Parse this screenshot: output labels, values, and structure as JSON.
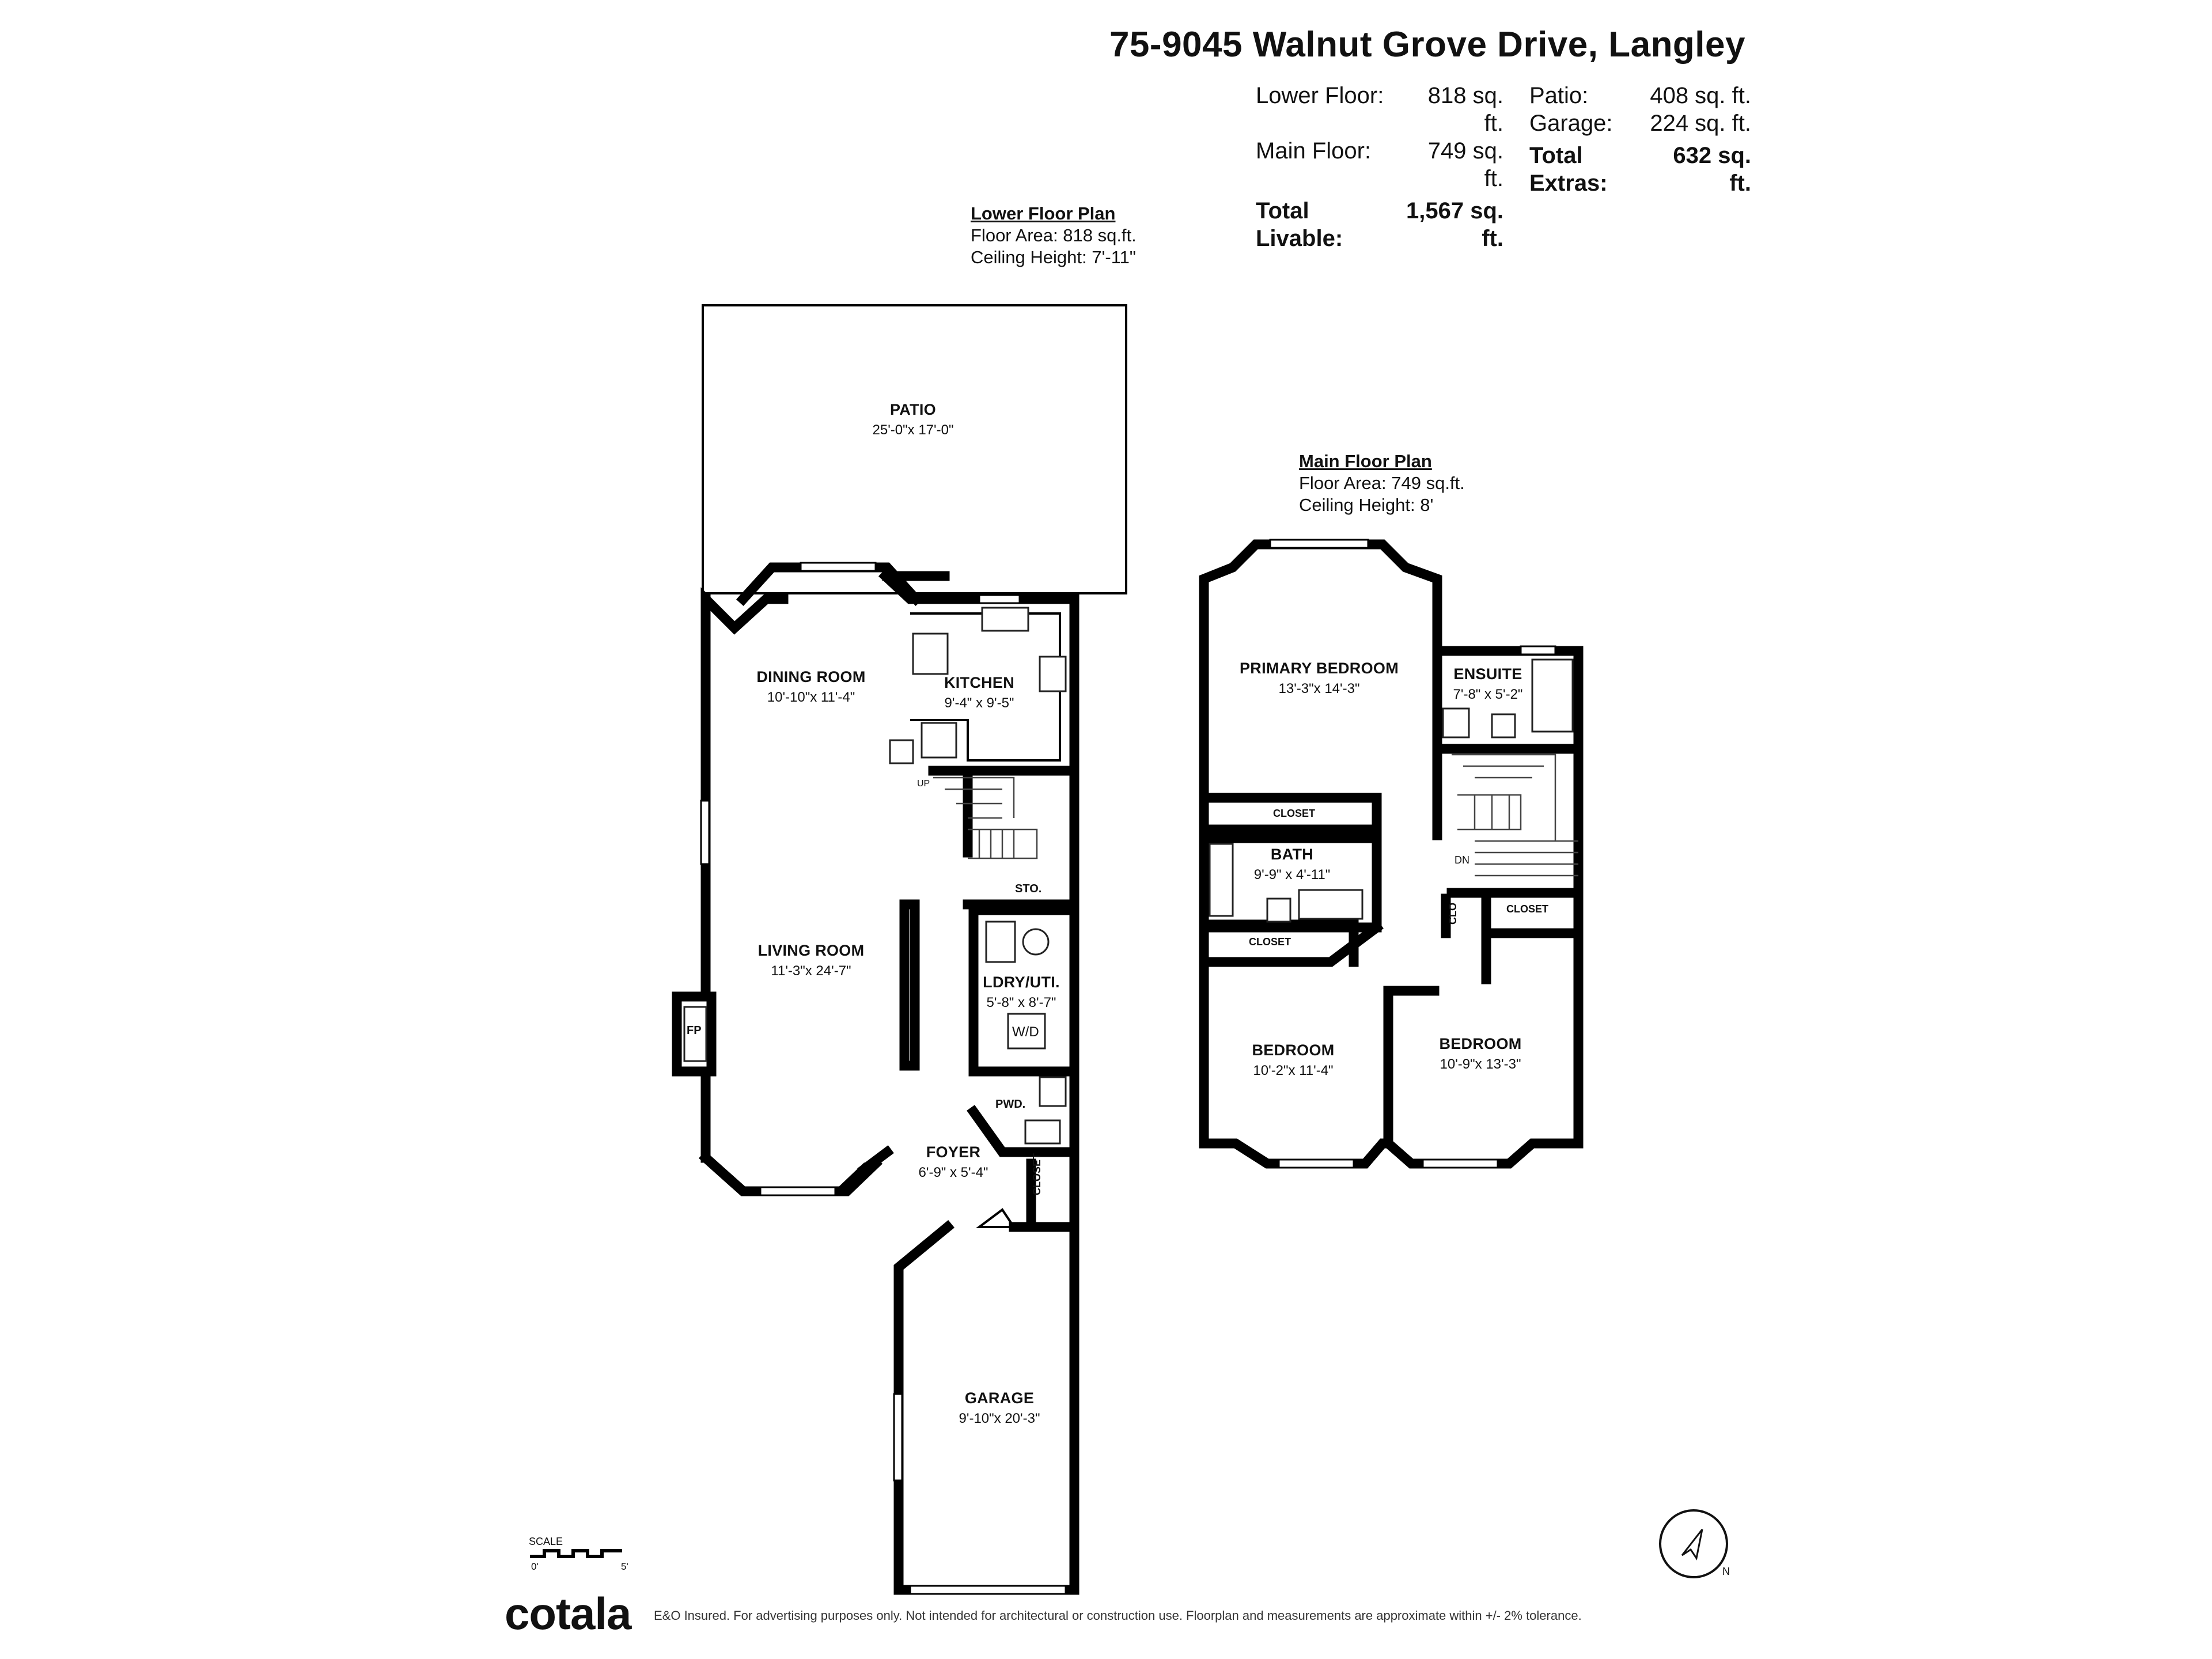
{
  "header": {
    "address": "75-9045 Walnut Grove Drive, Langley",
    "stats": {
      "lower_floor_label": "Lower Floor:",
      "lower_floor_value": "818 sq. ft.",
      "main_floor_label": "Main Floor:",
      "main_floor_value": "749 sq. ft.",
      "patio_label": "Patio:",
      "patio_value": "408 sq. ft.",
      "garage_label": "Garage:",
      "garage_value": "224 sq. ft.",
      "total_livable_label": "Total Livable:",
      "total_livable_value": "1,567 sq. ft.",
      "total_extras_label": "Total Extras:",
      "total_extras_value": "632 sq. ft."
    }
  },
  "lower_plan": {
    "title": "Lower Floor Plan",
    "area": "Floor Area: 818 sq.ft.",
    "ceiling": "Ceiling Height: 7'-11\""
  },
  "main_plan": {
    "title": "Main Floor Plan",
    "area": "Floor Area: 749 sq.ft.",
    "ceiling": "Ceiling Height: 8'"
  },
  "rooms_lower": {
    "patio": {
      "name": "PATIO",
      "dims": "25'-0\"x 17'-0\""
    },
    "dining": {
      "name": "DINING ROOM",
      "dims": "10'-10\"x 11'-4\""
    },
    "kitchen": {
      "name": "KITCHEN",
      "dims": "9'-4\" x 9'-5\""
    },
    "living": {
      "name": "LIVING ROOM",
      "dims": "11'-3\"x 24'-7\""
    },
    "laundry": {
      "name": "LDRY/UTI.",
      "dims": "5'-8\" x 8'-7\""
    },
    "foyer": {
      "name": "FOYER",
      "dims": "6'-9\" x 5'-4\""
    },
    "garage": {
      "name": "GARAGE",
      "dims": "9'-10\"x 20'-3\""
    },
    "sto": "STO.",
    "pwd": "PWD.",
    "closet": "CLOSET",
    "fp": "FP",
    "wd": "W/D",
    "up": "UP"
  },
  "rooms_main": {
    "primary": {
      "name": "PRIMARY BEDROOM",
      "dims": "13'-3\"x 14'-3\""
    },
    "ensuite": {
      "name": "ENSUITE",
      "dims": "7'-8\" x 5'-2\""
    },
    "bath": {
      "name": "BATH",
      "dims": "9'-9\" x 4'-11\""
    },
    "bedroom1": {
      "name": "BEDROOM",
      "dims": "10'-2\"x 11'-4\""
    },
    "bedroom2": {
      "name": "BEDROOM",
      "dims": "10'-9\"x 13'-3\""
    },
    "closet_primary": "CLOSET",
    "closet_bed1": "CLOSET",
    "closet_bed2": "CLOSET",
    "clo": "CLO",
    "dn": "DN"
  },
  "footer": {
    "logo": "cotala",
    "disclaimer": "E&O Insured. For advertising purposes only. Not intended for architectural or construction use. Floorplan and measurements are approximate within +/- 2% tolerance.",
    "scale_label": "SCALE",
    "scale_zero": "0'",
    "scale_five": "5'",
    "compass": "N"
  }
}
